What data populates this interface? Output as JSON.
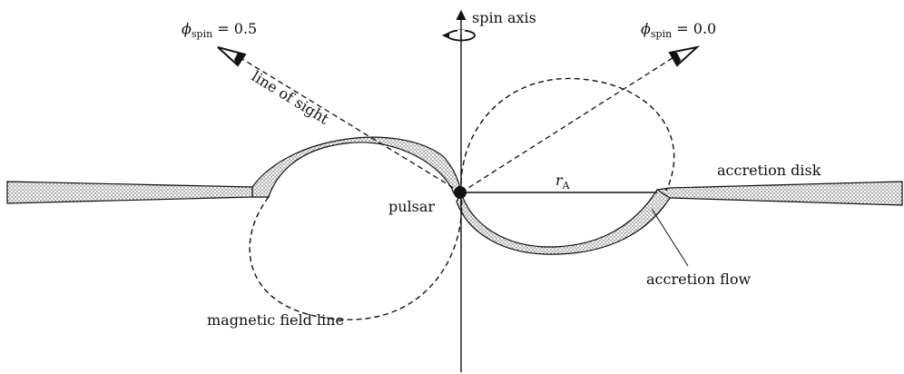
{
  "colors": {
    "ink": "#111111",
    "background": "#ffffff",
    "stipple": "#444444"
  },
  "labels": {
    "spin_axis": "spin axis",
    "phi_left": {
      "symbol": "ϕ",
      "subscript": "spin",
      "value": " = 0.5"
    },
    "phi_right": {
      "symbol": "ϕ",
      "subscript": "spin",
      "value": " = 0.0"
    },
    "line_of_sight": "line of sight",
    "r_alfven": {
      "symbol": "r",
      "subscript": "A"
    },
    "accretion_disk": "accretion disk",
    "pulsar": "pulsar",
    "accretion_flow": "accretion flow",
    "magnetic_field_line": "magnetic field line"
  },
  "icons": {
    "observer_left": "eye-icon",
    "observer_right": "eye-icon",
    "rotation": "rotation-arrow-icon"
  }
}
